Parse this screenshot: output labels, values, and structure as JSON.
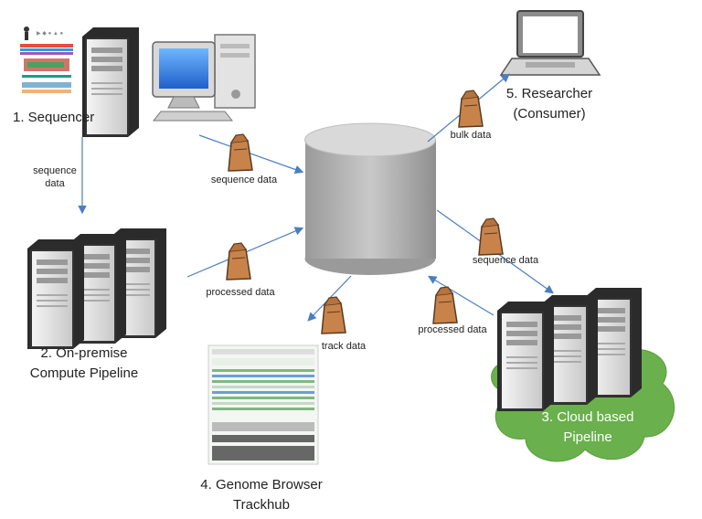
{
  "nodes": {
    "sequencer": "1. Sequencer",
    "onprem_line1": "2. On-premise",
    "onprem_line2": "Compute Pipeline",
    "cloud_line1": "3. Cloud based",
    "cloud_line2": "Pipeline",
    "browser_line1": "4. Genome Browser",
    "browser_line2": "Trackhub",
    "researcher_line1": "5. Researcher",
    "researcher_line2": "(Consumer)"
  },
  "edges": {
    "seq_down_1": "sequence",
    "seq_down_2": "data",
    "seq_to_db": "sequence data",
    "onprem_to_db": "processed data",
    "db_to_browser": "track data",
    "db_to_researcher": "bulk data",
    "db_to_cloud": "sequence data",
    "cloud_to_db": "processed data"
  },
  "colors": {
    "arrow": "#4a7ec2",
    "cloud": "#6ab04c",
    "bag": "#c8834b",
    "database": "#a9a9a9",
    "server": "#e6e6e6"
  }
}
